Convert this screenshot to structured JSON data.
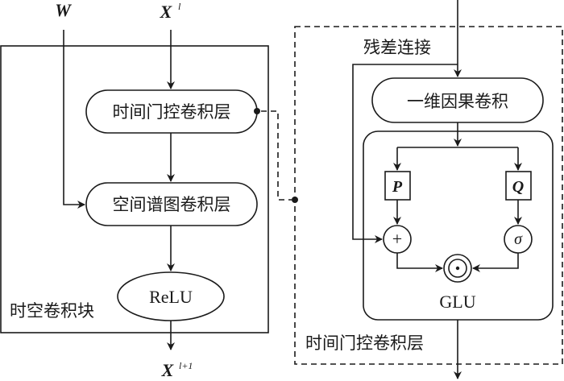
{
  "inputs": {
    "w_label": "W",
    "x_label": "X",
    "x_superscript": "l"
  },
  "output": {
    "x_label": "X",
    "x_superscript": "l+1"
  },
  "left_block": {
    "title": "时空卷积块",
    "nodes": {
      "temporal_gated_conv": "时间门控卷积层",
      "spectral_graph_conv": "空间谱图卷积层",
      "relu": "ReLU"
    }
  },
  "right_block": {
    "title": "时间门控卷积层",
    "residual_label": "残差连接",
    "causal_conv": "一维因果卷积",
    "glu": {
      "label": "GLU",
      "p_label": "P",
      "q_label": "Q",
      "add_symbol": "+",
      "sigmoid_symbol": "σ",
      "hadamard_symbol": "⊙"
    }
  }
}
